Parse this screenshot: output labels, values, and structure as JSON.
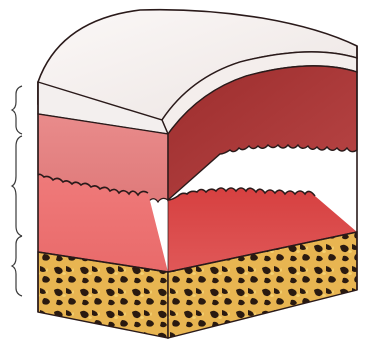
{
  "figure": {
    "description_visible_text": "",
    "layers": [
      {
        "id": "epidermis",
        "color_front": "#f2ecec",
        "color_top": "#f4f0ee",
        "color_side": "#f0eaea"
      },
      {
        "id": "dermis",
        "color_front": "#de7f7f",
        "color_side": "#a83434"
      },
      {
        "id": "subcutaneous-fat",
        "color_front": "#e5b85a",
        "color_spots": "#2a1a10"
      }
    ],
    "colors": {
      "outline": "#2a1a1a",
      "papillary_dermis": "#e28888",
      "reticular_dermis": "#e36e6e",
      "cut_face_upper": "#b54646",
      "cut_face_lower": "#d84848",
      "fat": "#e8b551",
      "fat_shadow": "#c98c38"
    }
  }
}
